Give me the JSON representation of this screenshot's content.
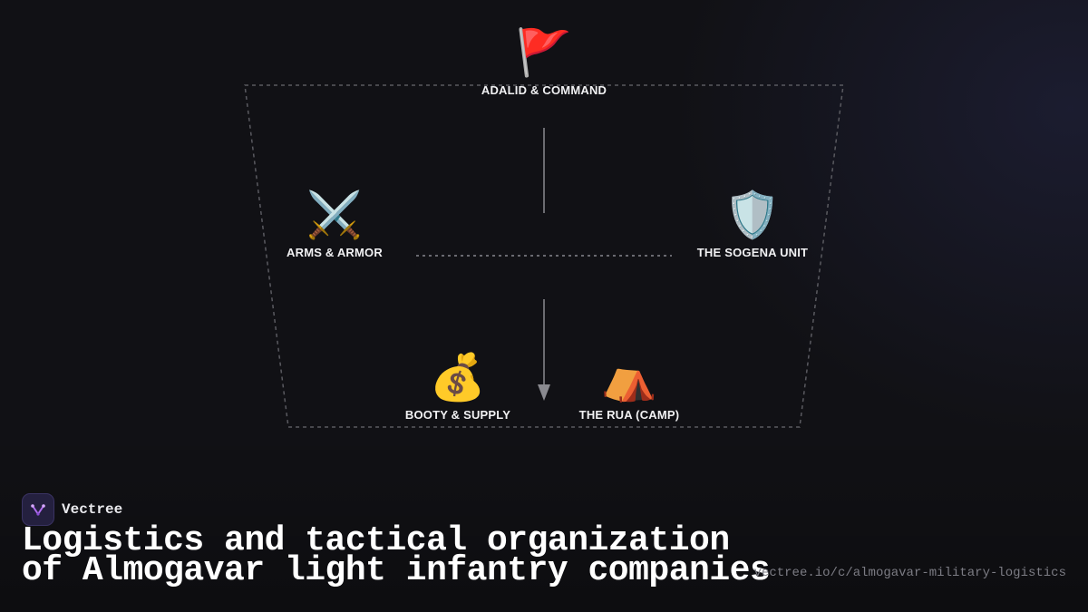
{
  "diagram": {
    "nodes": [
      {
        "id": "command",
        "icon": "flag-icon",
        "glyph": "🚩",
        "label": "ADALID & COMMAND"
      },
      {
        "id": "arms",
        "icon": "crossed-swords-icon",
        "glyph": "⚔️",
        "label": "ARMS & ARMOR"
      },
      {
        "id": "sogena",
        "icon": "shield-icon",
        "glyph": "🛡️",
        "label": "THE SOGENA UNIT"
      },
      {
        "id": "booty",
        "icon": "money-bag-icon",
        "glyph": "💰",
        "label": "BOOTY & SUPPLY"
      },
      {
        "id": "rua",
        "icon": "tent-icon",
        "glyph": "⛺",
        "label": "THE RUA (CAMP)"
      }
    ],
    "colors": {
      "line": "#8a8a90",
      "dashed": "#5a5a60"
    }
  },
  "brand": {
    "name": "Vectree",
    "icon": "vectree-logo-icon",
    "accent": "#b06cf0"
  },
  "title": {
    "line1": "Logistics and tactical organization",
    "line2": "of Almogavar light infantry companies"
  },
  "url": "vectree.io/c/almogavar-military-logistics"
}
